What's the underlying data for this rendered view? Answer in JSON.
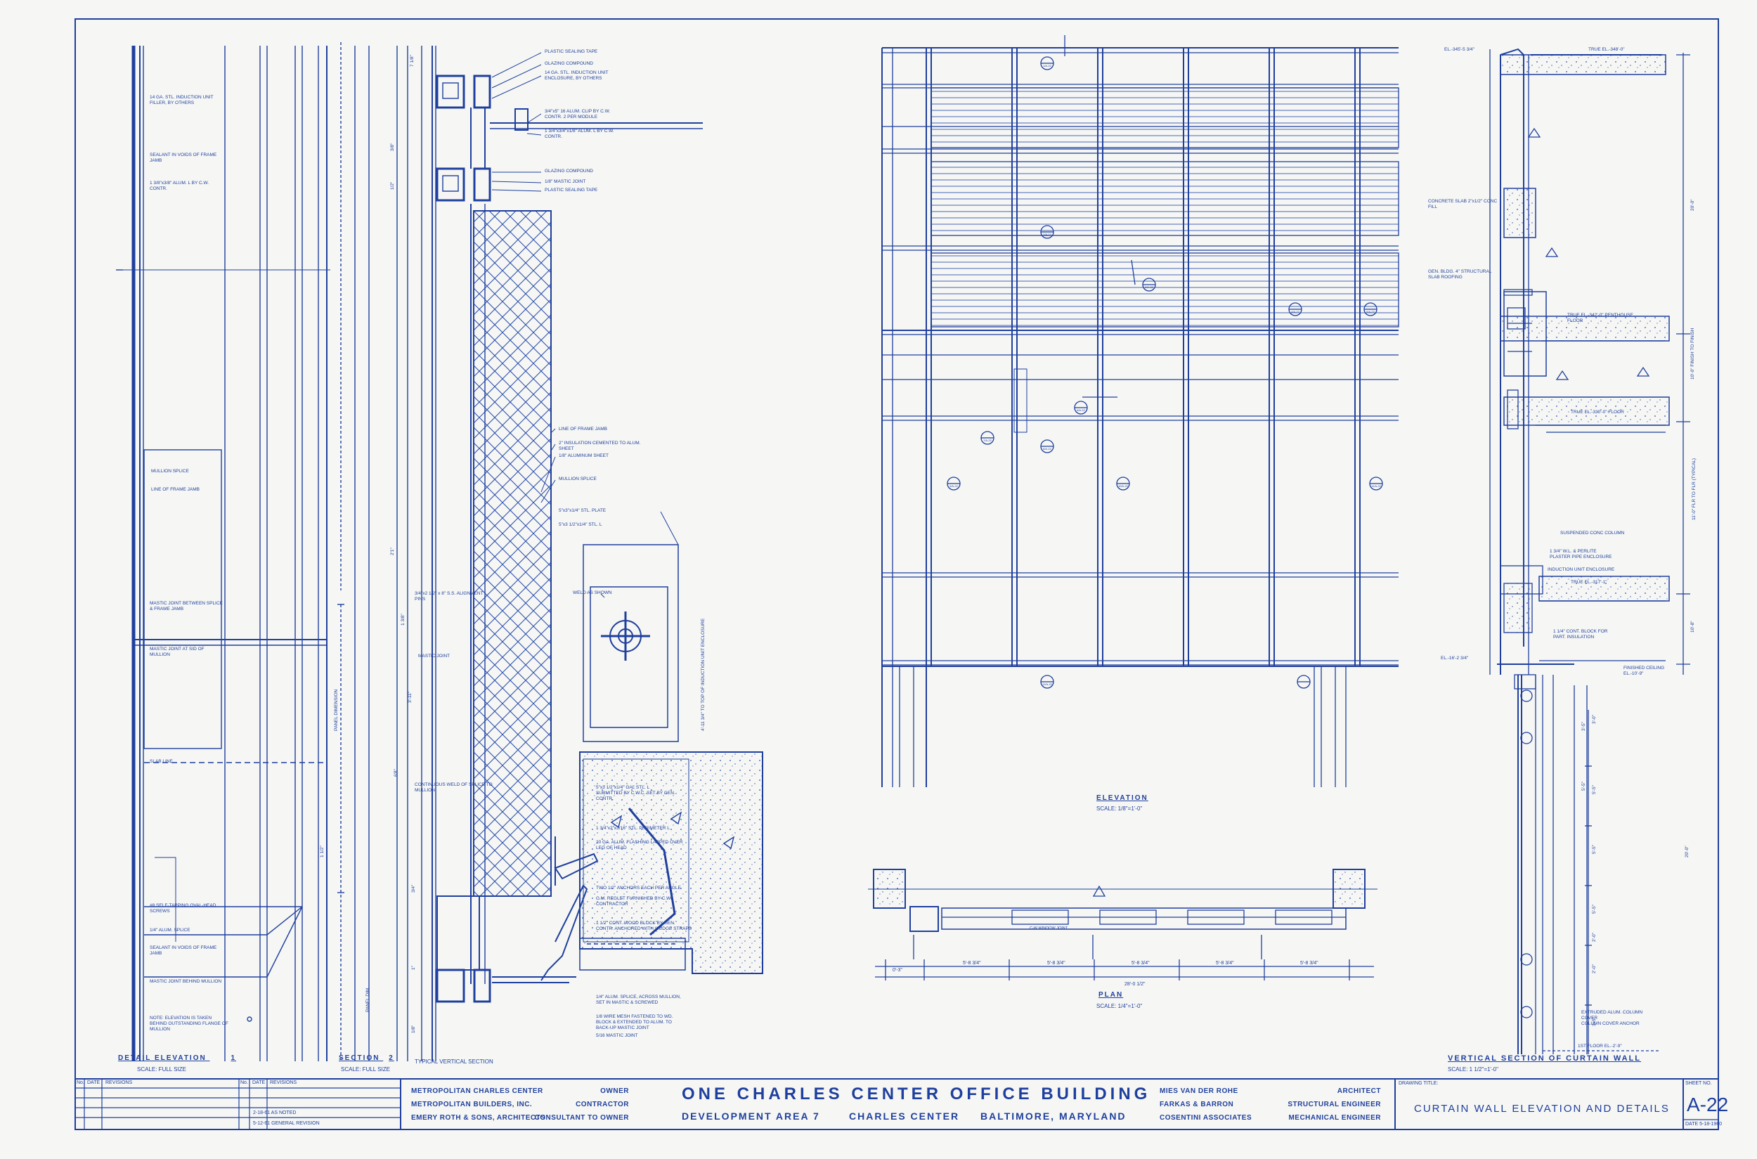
{
  "title_block": {
    "project_title": "ONE CHARLES CENTER OFFICE BUILDING",
    "development_area": "DEVELOPMENT AREA 7",
    "location_center": "CHARLES CENTER",
    "location_city": "BALTIMORE, MARYLAND",
    "parties_left": [
      {
        "name": "METROPOLITAN CHARLES CENTER",
        "role": "OWNER"
      },
      {
        "name": "METROPOLITAN BUILDERS, INC.",
        "role": "CONTRACTOR"
      },
      {
        "name": "EMERY ROTH & SONS, ARCHITECTS",
        "role": "CONSULTANT TO OWNER"
      }
    ],
    "parties_right": [
      {
        "name": "MIES VAN DER ROHE",
        "role": "ARCHITECT"
      },
      {
        "name": "FARKAS & BARRON",
        "role": "STRUCTURAL ENGINEER"
      },
      {
        "name": "COSENTINI ASSOCIATES",
        "role": "MECHANICAL ENGINEER"
      }
    ],
    "drawing_title_label": "DRAWING TITLE:",
    "drawing_title": "CURTAIN WALL ELEVATION AND DETAILS",
    "sheet_no_label": "SHEET NO.",
    "sheet_no": "A-22",
    "date": "DATE 5-18-1960",
    "revisions_headers": [
      "No.",
      "DATE",
      "REVISIONS",
      "No.",
      "DATE",
      "REVISIONS"
    ],
    "revision_notes": [
      "2-18-61 AS NOTED",
      "5-12-61 GENERAL REVISION"
    ]
  },
  "views": {
    "detail_elevation": {
      "label": "DETAIL ELEVATION",
      "number": "1",
      "scale": "SCALE: FULL SIZE"
    },
    "section": {
      "label": "SECTION",
      "number": "2",
      "note": "TYPICAL VERTICAL SECTION",
      "scale": "SCALE: FULL SIZE"
    },
    "elevation": {
      "label": "ELEVATION",
      "scale": "SCALE: 1/8\"=1'-0\""
    },
    "plan": {
      "label": "PLAN",
      "scale": "SCALE: 1/4\"=1'-0\""
    },
    "vertical_section": {
      "label": "VERTICAL SECTION OF CURTAIN WALL",
      "scale": "SCALE: 1 1/2\"=1'-0\""
    }
  },
  "notes_detail_elevation": [
    "14 GA. STL. INDUCTION UNIT FILLER, BY OTHERS",
    "SEALANT IN VOIDS OF FRAME JAMB",
    "1 3/8\"x3/8\" ALUM. L BY C.W. CONTR.",
    "MULLION SPLICE",
    "LINE OF FRAME JAMB",
    "MASTIC JOINT BETWEEN SPLICE & FRAME JAMB",
    "MASTIC JOINT AT SID OF MULLION",
    "SLAB LINE",
    "#8 SELF-TAPPING OVAL-HEAD SCREWS",
    "1/4\" ALUM. SPLICE",
    "SEALANT IN VOIDS OF FRAME JAMB",
    "MASTIC JOINT BEHIND MULLION",
    "NOTE: ELEVATION IS TAKEN BEHIND OUTSTANDING FLANGE OF MULLION"
  ],
  "notes_section": [
    "PLASTIC SEALING TAPE",
    "GLAZING COMPOUND",
    "14 GA. STL. INDUCTION UNIT ENCLOSURE, BY OTHERS",
    "3/4\"x5\" 16 ALUM. CLIP BY C.W. CONTR. 2 PER MODULE",
    "1 3/4\"x3/4\"x1/8\" ALUM. L BY C.W. CONTR.",
    "GLAZING COMPOUND",
    "1/8\" MASTIC JOINT",
    "PLASTIC SEALING TAPE",
    "LINE OF FRAME JAMB",
    "2\" INSULATION CEMENTED TO ALUM. SHEET",
    "1/8\" ALUMINUM SHEET",
    "MULLION SPLICE",
    "5\"x3\"x1/4\" STL. PLATE",
    "5\"x3 1/2\"x1/4\" STL. L",
    "WELD AS SHOWN",
    "3/4\"x2 1/2\" x 8\" S.S. ALIGNMENT PINS",
    "MASTIC JOINT",
    "CONTINUOUS WELD OF SPLICE TO MULLION",
    "5\"x3 1/2\"x1/4\" GAL STL. L SUBMITTED BY C.W.C. SET BY GEN. CONTR.",
    "1 3/4\"x2\"x3/16\" STL. PERIMETER L",
    "20 GA. ALUM. FLASHING LAPPED OVER LEG OF HEAD",
    "TWO 1/2\" ANCHORS EACH PER ANGLE",
    "G.M. REGLET FURNISHED BY C.W. CONTRACTOR",
    "1 1/2\" CONT. WOOD BLOCK BY GEN. CONTR. ANCHORED WITH WEDGE STRAPS",
    "1/4\" ALUM. SPLICE, ACROSS MULLION, SET IN MASTIC & SCREWED",
    "1/8 WIRE MESH FASTENED TO WD. BLOCK & EXTENDED TO ALUM. TO BACK-UP MASTIC JOINT",
    "5/16 MASTIC JOINT"
  ],
  "dimensions_section": [
    "7 1/8\"",
    "3/8\"",
    "1/2\"",
    "2'1\"",
    "1 3/8\"",
    "3'-11\"",
    "6'8\"",
    "PANEL DIMENSION",
    "1 1/2\"",
    "3/4\"",
    "1\"",
    "PANEL DIM.",
    "1/8\"",
    "4'-11 3/4\" TO TOP OF INDUCTION UNIT ENCLOSURE"
  ],
  "notes_vertical_section": [
    "EL.-345'-5 3/4\"",
    "TRUE EL.-348'-0\"",
    "CONCRETE SLAB 2\"x1/2\" CONC FILL",
    "GEN. BLDG. 4\" STRUCTURAL SLAB ROOFING",
    "TRUE EL.-342'-0\" PENTHOUSE FLOOR",
    "TRUE EL.-330'-0\" FLOOR",
    "SUSPENDED CONC COLUMN",
    "1 3/4\" W.L. & PERLITE PLASTER PIPE ENCLOSURE",
    "INDUCTION UNIT ENCLOSURE",
    "TRUE EL.-317'-1\"",
    "1 1/4\" CONT. BLOCK FOR PART. INSULATION",
    "FINISHED CEILING EL.-10'-9\"",
    "EXTRUDED ALUM. COLUMN COVER",
    "COLUMN COVER ANCHOR",
    "1ST FLOOR EL.-2'-9\"",
    "EL.-16'-2 3/4\""
  ],
  "dimensions_vertical_section": [
    "20'-0\"",
    "10'-0\" FINISH TO FINISH",
    "11'-0\" FLR TO FLR (TYPICAL)",
    "10'-8\"",
    "3'-0\"",
    "5'-5\"",
    "5'-5\"",
    "5'-5\"",
    "2'-0\"",
    "20'-0\"",
    "2'-0\"",
    "3'-5\"",
    "3'-5\"",
    "5'-5\""
  ],
  "dimensions_plan": [
    "0'-3\"",
    "5'-8 3/4\"",
    "5'-8 3/4\"",
    "5'-8 3/4\"",
    "5'-8 3/4\"",
    "5'-8 3/4\"",
    "28'-0 1/2\""
  ],
  "plan_notes": [
    "C-W WINDOW JOINT"
  ],
  "elevation_callouts": [
    "1/A-22",
    "2/A-22",
    "3/A-22",
    "4/A-22",
    "5/A-22",
    "6/A-22",
    "7/A-22",
    "8/A-22",
    "9/A-22",
    "10/A-22",
    "11/A-22",
    "12/A-22"
  ],
  "colors": {
    "ink": "#1f3f9e",
    "paper": "#f6f7f4",
    "hatch": "#2d4fae"
  }
}
